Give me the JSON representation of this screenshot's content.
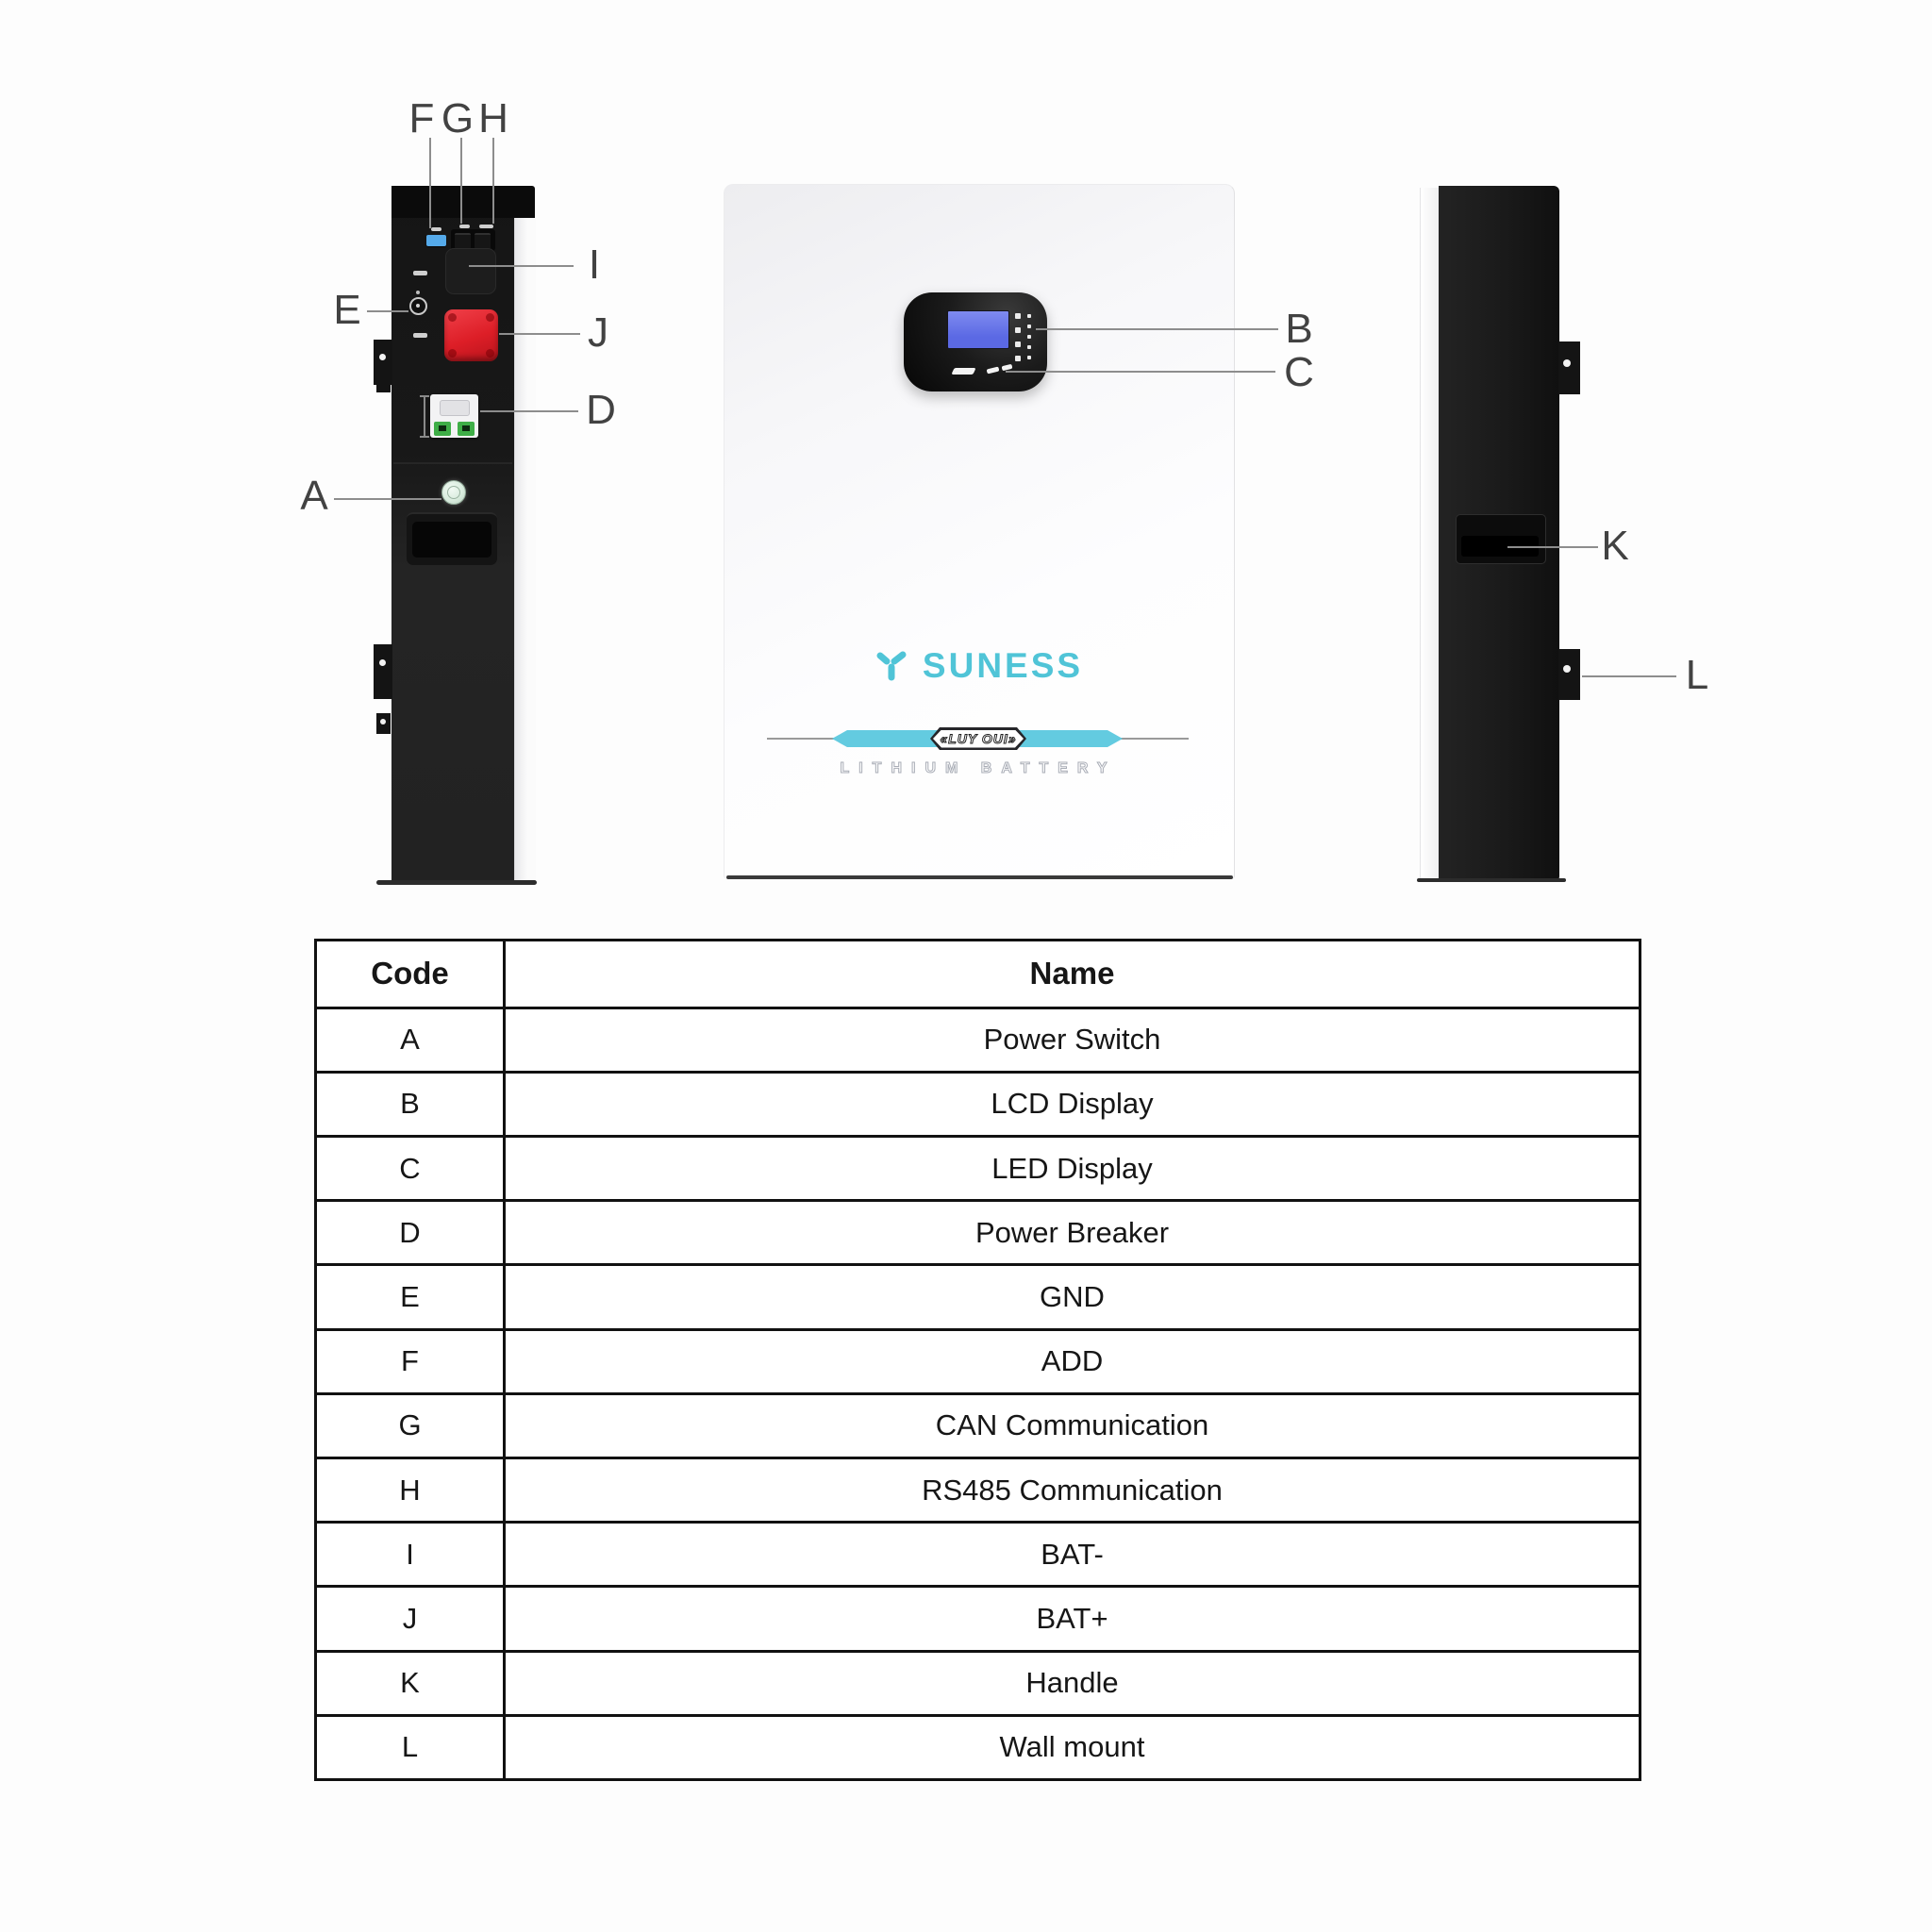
{
  "colors": {
    "teal": "#50c4d7",
    "ribbon": "#63cbe0",
    "lcd_blue": "#5b69e4",
    "bat_plus_red": "#dd1e27",
    "add_blue": "#55aaea",
    "breaker_green": "#3fae47",
    "panel_black": "#141414"
  },
  "brand": {
    "logo": "SUNESS",
    "ribbon_text": "«LUY OUI»",
    "tagline": "LITHIUM BATTERY"
  },
  "callouts": {
    "A": "A",
    "B": "B",
    "C": "C",
    "D": "D",
    "E": "E",
    "F": "F",
    "G": "G",
    "H": "H",
    "I": "I",
    "J": "J",
    "K": "K",
    "L": "L"
  },
  "table": {
    "headers": {
      "code": "Code",
      "name": "Name"
    },
    "rows": [
      {
        "code": "A",
        "name": "Power Switch"
      },
      {
        "code": "B",
        "name": "LCD Display"
      },
      {
        "code": "C",
        "name": "LED Display"
      },
      {
        "code": "D",
        "name": "Power Breaker"
      },
      {
        "code": "E",
        "name": "GND"
      },
      {
        "code": "F",
        "name": "ADD"
      },
      {
        "code": "G",
        "name": "CAN Communication"
      },
      {
        "code": "H",
        "name": "RS485 Communication"
      },
      {
        "code": "I",
        "name": "BAT-"
      },
      {
        "code": "J",
        "name": "BAT+"
      },
      {
        "code": "K",
        "name": "Handle"
      },
      {
        "code": "L",
        "name": "Wall mount"
      }
    ]
  }
}
